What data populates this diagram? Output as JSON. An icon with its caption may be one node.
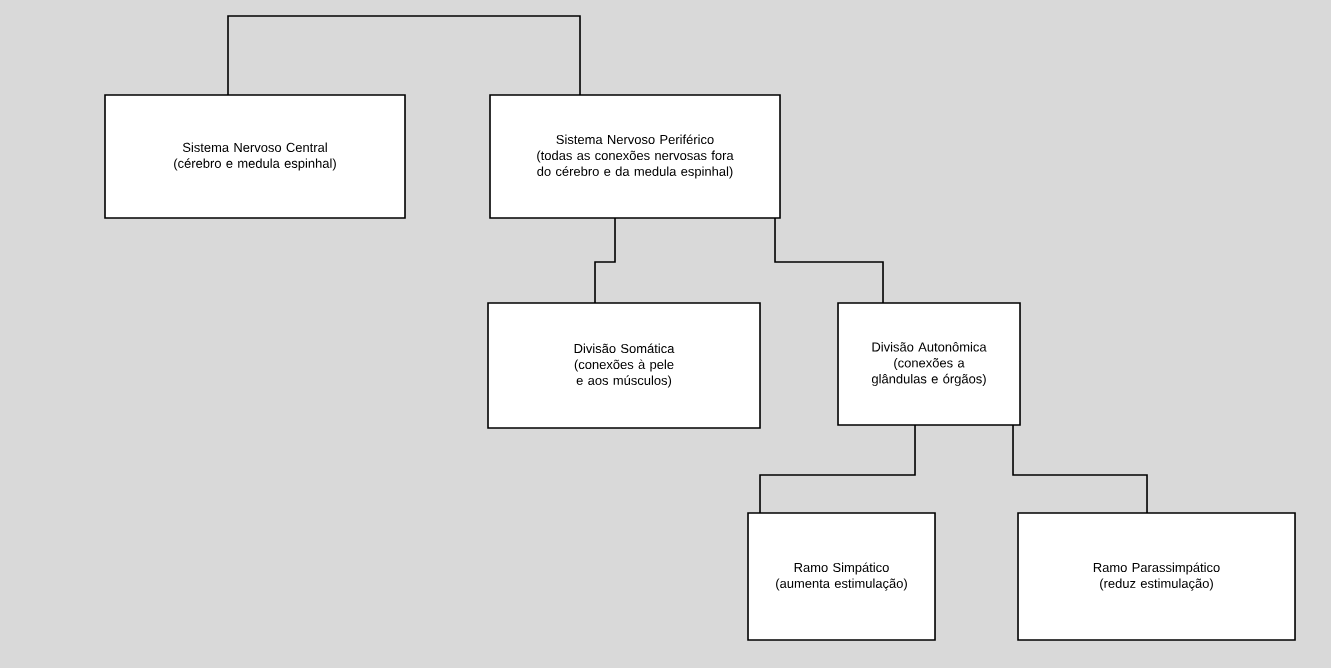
{
  "diagram": {
    "nodes": [
      {
        "text": [
          "Sistema Nervoso Central",
          "(cérebro e medula espinhal)"
        ]
      },
      {
        "text": [
          "Sistema Nervoso Periférico",
          "(todas as conexões nervosas fora do cérebro e da medula espinhal)"
        ]
      },
      {
        "text": [
          "Divisão Somática",
          "(conexões à pele e aos músculos)"
        ]
      },
      {
        "text": [
          "Divisão Autonômica",
          "(conexões a glândulas e órgãos)"
        ]
      },
      {
        "text": [
          "Ramo Simpático",
          "(aumenta estimulação)"
        ]
      },
      {
        "text": [
          "Ramo Parassimpático",
          "(reduz estimulação)"
        ]
      }
    ],
    "edges": [
      {
        "from": 0,
        "to": 1,
        "arrow": "none"
      },
      {
        "from": 1,
        "to": 2,
        "arrow": "none"
      },
      {
        "from": 1,
        "to": 3,
        "arrow": "none"
      },
      {
        "from": 3,
        "to": 4,
        "arrow": "none"
      },
      {
        "from": 3,
        "to": 5,
        "arrow": "none"
      }
    ]
  }
}
